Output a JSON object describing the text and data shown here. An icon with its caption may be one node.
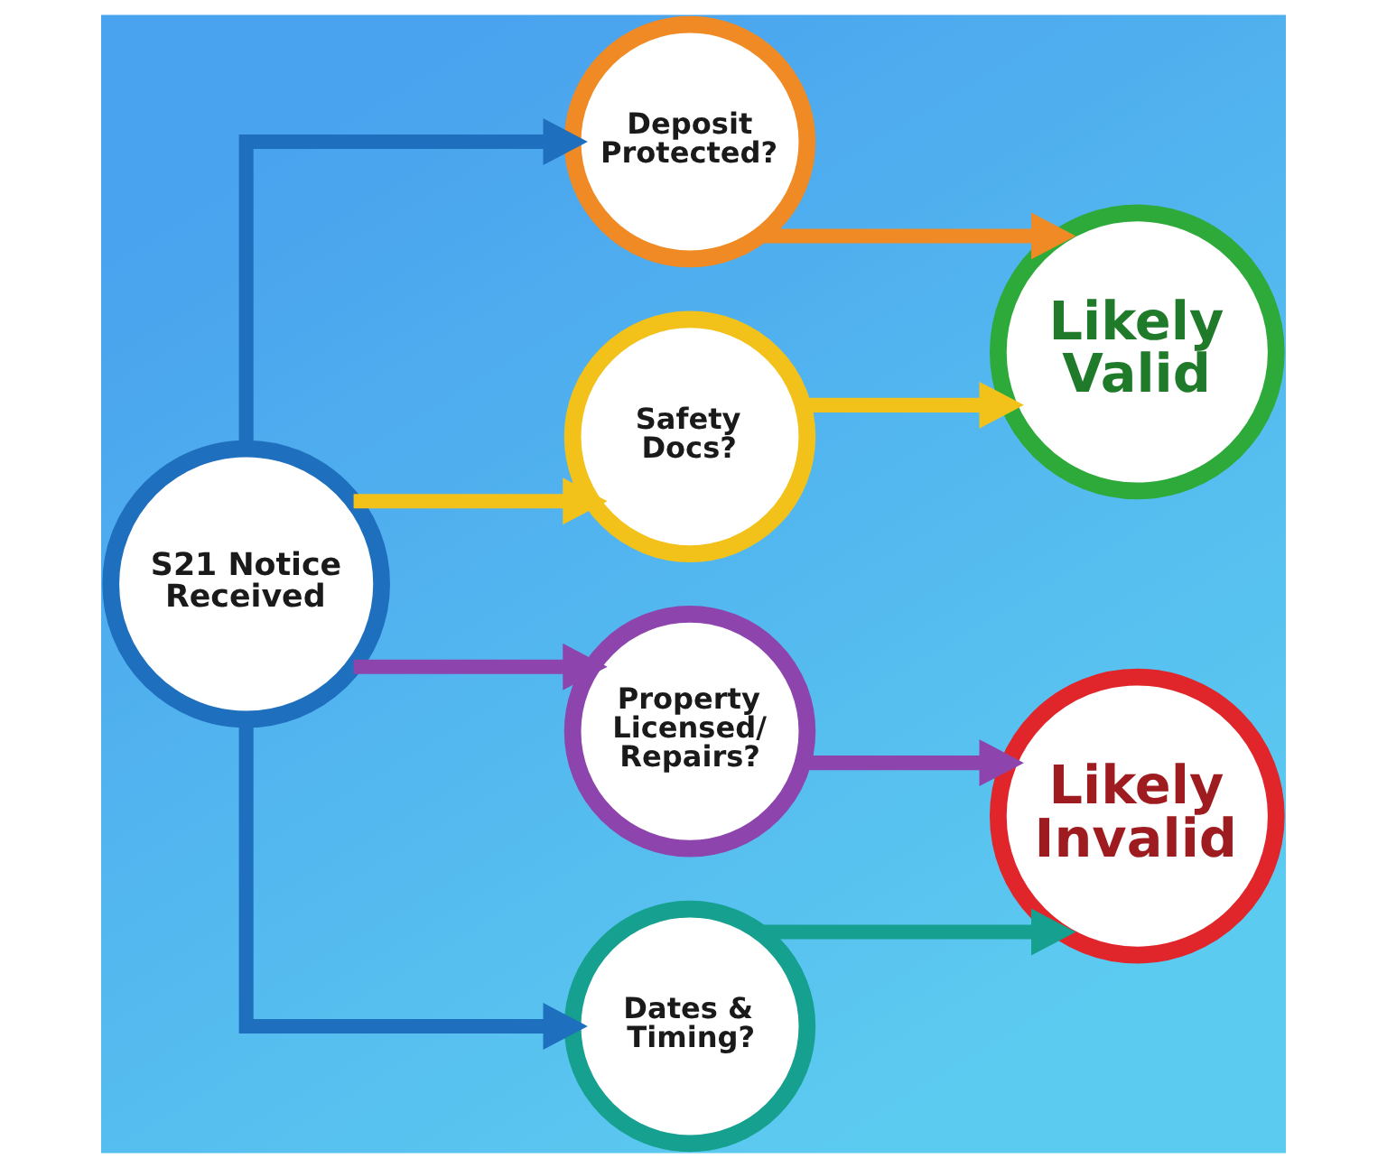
{
  "diagram": {
    "nodes": [
      {
        "text": [
          "S21 Notice Received"
        ]
      },
      {
        "text": [
          "Deposit Protected?"
        ]
      },
      {
        "text": [
          "Safety Docs?"
        ]
      },
      {
        "text": [
          "Property Licensed/ Repairs?"
        ]
      },
      {
        "text": [
          "Dates & Timing?"
        ]
      },
      {
        "text": [
          "Likely Valid"
        ]
      },
      {
        "text": [
          "Likely Invalid"
        ]
      }
    ],
    "edges": [
      {
        "from": 0,
        "to": 1,
        "arrow": "to",
        "color": "#1f6fbf"
      },
      {
        "from": 0,
        "to": 2,
        "arrow": "to",
        "color": "#f2c21b"
      },
      {
        "from": 0,
        "to": 3,
        "arrow": "to",
        "color": "#8e44ad"
      },
      {
        "from": 0,
        "to": 4,
        "arrow": "to",
        "color": "#1f6fbf"
      },
      {
        "from": 1,
        "to": 5,
        "arrow": "to",
        "color": "#f08a24"
      },
      {
        "from": 2,
        "to": 5,
        "arrow": "to",
        "color": "#f2c21b"
      },
      {
        "from": 3,
        "to": 6,
        "arrow": "to",
        "color": "#8e44ad"
      },
      {
        "from": 4,
        "to": 6,
        "arrow": "to",
        "color": "#16a08f"
      }
    ]
  }
}
